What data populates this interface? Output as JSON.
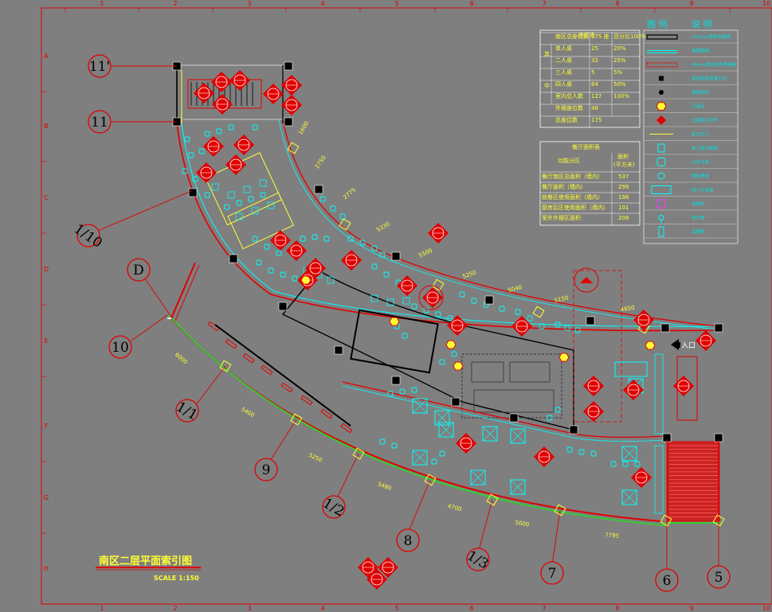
{
  "drawing": {
    "title": "南区二层平面索引图",
    "scale": "SCALE 1:150",
    "entrance_label": "入口"
  },
  "border_columns": [
    "1",
    "2",
    "3",
    "4",
    "5",
    "6",
    "7",
    "8",
    "9",
    "10"
  ],
  "border_rows": [
    "A",
    "B",
    "C",
    "D",
    "E",
    "F",
    "G",
    "H"
  ],
  "axis_bubbles": [
    "11'",
    "11",
    "1/10",
    "D",
    "10",
    "1/1",
    "9",
    "1/2",
    "8",
    "1/3",
    "7",
    "6",
    "5"
  ],
  "dimensions": [
    "1600",
    "2750",
    "2775",
    "5330",
    "5500",
    "5250",
    "5040",
    "5150",
    "4650",
    "6000",
    "5400",
    "5250",
    "5480",
    "4700",
    "5000",
    "7795"
  ],
  "seat_table": {
    "header": "座位表",
    "rows": [
      {
        "label": "南区总座位数",
        "value": "175",
        "unit": "座",
        "extra": "百分比100%"
      },
      {
        "label": "单人桌",
        "value": "25",
        "extra": "20%"
      },
      {
        "label": "二人桌",
        "value": "32",
        "extra": "25%"
      },
      {
        "label": "三人桌",
        "value": "5",
        "extra": "5%"
      },
      {
        "label": "四人桌",
        "value": "64",
        "extra": "50%"
      },
      {
        "label": "室内总人数",
        "value": "127",
        "extra": "100%"
      },
      {
        "label": "外摆座位数",
        "value": "48",
        "extra": ""
      },
      {
        "label": "总座位数",
        "value": "175",
        "extra": ""
      }
    ],
    "side_chars": [
      "其",
      "中"
    ]
  },
  "area_table": {
    "header": "餐厅面积表",
    "col1": "功能分区",
    "col2": "面积",
    "col2_unit": "(平方米)",
    "rows": [
      {
        "label": "餐厅南区总面积（墙内）",
        "value": "537"
      },
      {
        "label": "餐厅面积（墙内）",
        "value": "299"
      },
      {
        "label": "就餐区使用面积（墙内）",
        "value": "198"
      },
      {
        "label": "厨房后区使用面积（墙内）",
        "value": "101"
      },
      {
        "label": "室外外摆区面积",
        "value": "208"
      }
    ]
  },
  "legend": {
    "header_left": "图 例",
    "header_right": "说 明",
    "items": [
      {
        "icon": "wall-200-icon",
        "text": "200mm厚砌块隔墙"
      },
      {
        "icon": "glass-wall-icon",
        "text": "玻璃隔墙"
      },
      {
        "icon": "light-wall-icon",
        "text": "60mm厚轻钢龙骨隔墙"
      },
      {
        "icon": "column-icon",
        "text": "现浇结构混凝土柱"
      },
      {
        "icon": "steel-column-icon",
        "text": "钢结构柱"
      },
      {
        "icon": "door-number-icon",
        "text": "门编号"
      },
      {
        "icon": "elevation-index-icon",
        "text": "立面索引符号"
      },
      {
        "icon": "dimension-icon",
        "text": "标注尺寸"
      },
      {
        "icon": "chair-icon",
        "text": "单人座位餐椅"
      },
      {
        "icon": "sofa-icon",
        "text": "沙发卡座"
      },
      {
        "icon": "round-table-icon",
        "text": "圆形餐桌"
      },
      {
        "icon": "bar-table-icon",
        "text": "四人沙发座"
      },
      {
        "icon": "cashier-icon",
        "text": "收银台"
      },
      {
        "icon": "bar-stool-icon",
        "text": "吧台椅"
      },
      {
        "icon": "high-chair-icon",
        "text": "高脚椅"
      }
    ]
  },
  "colors": {
    "background": "#7f7f7f",
    "grid_red": "#e00000",
    "cyan": "#00ffff",
    "yellow": "#ffff33",
    "green": "#33cc33",
    "wall": "#000000"
  }
}
